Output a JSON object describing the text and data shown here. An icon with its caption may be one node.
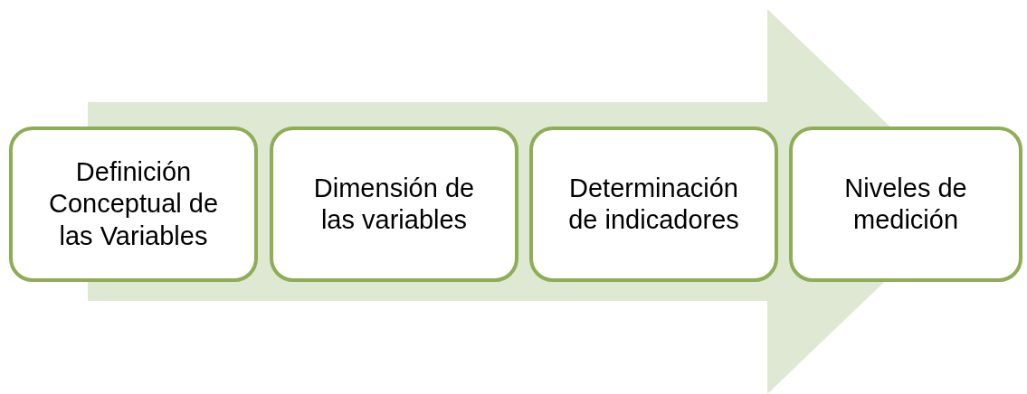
{
  "diagram": {
    "nodes": [
      {
        "text": [
          "Definición Conceptual de las Variables"
        ]
      },
      {
        "text": [
          "Dimensión de las variables"
        ]
      },
      {
        "text": [
          "Determinación de indicadores"
        ]
      },
      {
        "text": [
          "Niveles de medición"
        ]
      }
    ],
    "edges": [
      {
        "from": 0,
        "to": 3,
        "arrow": "to",
        "style": "thick"
      }
    ]
  }
}
